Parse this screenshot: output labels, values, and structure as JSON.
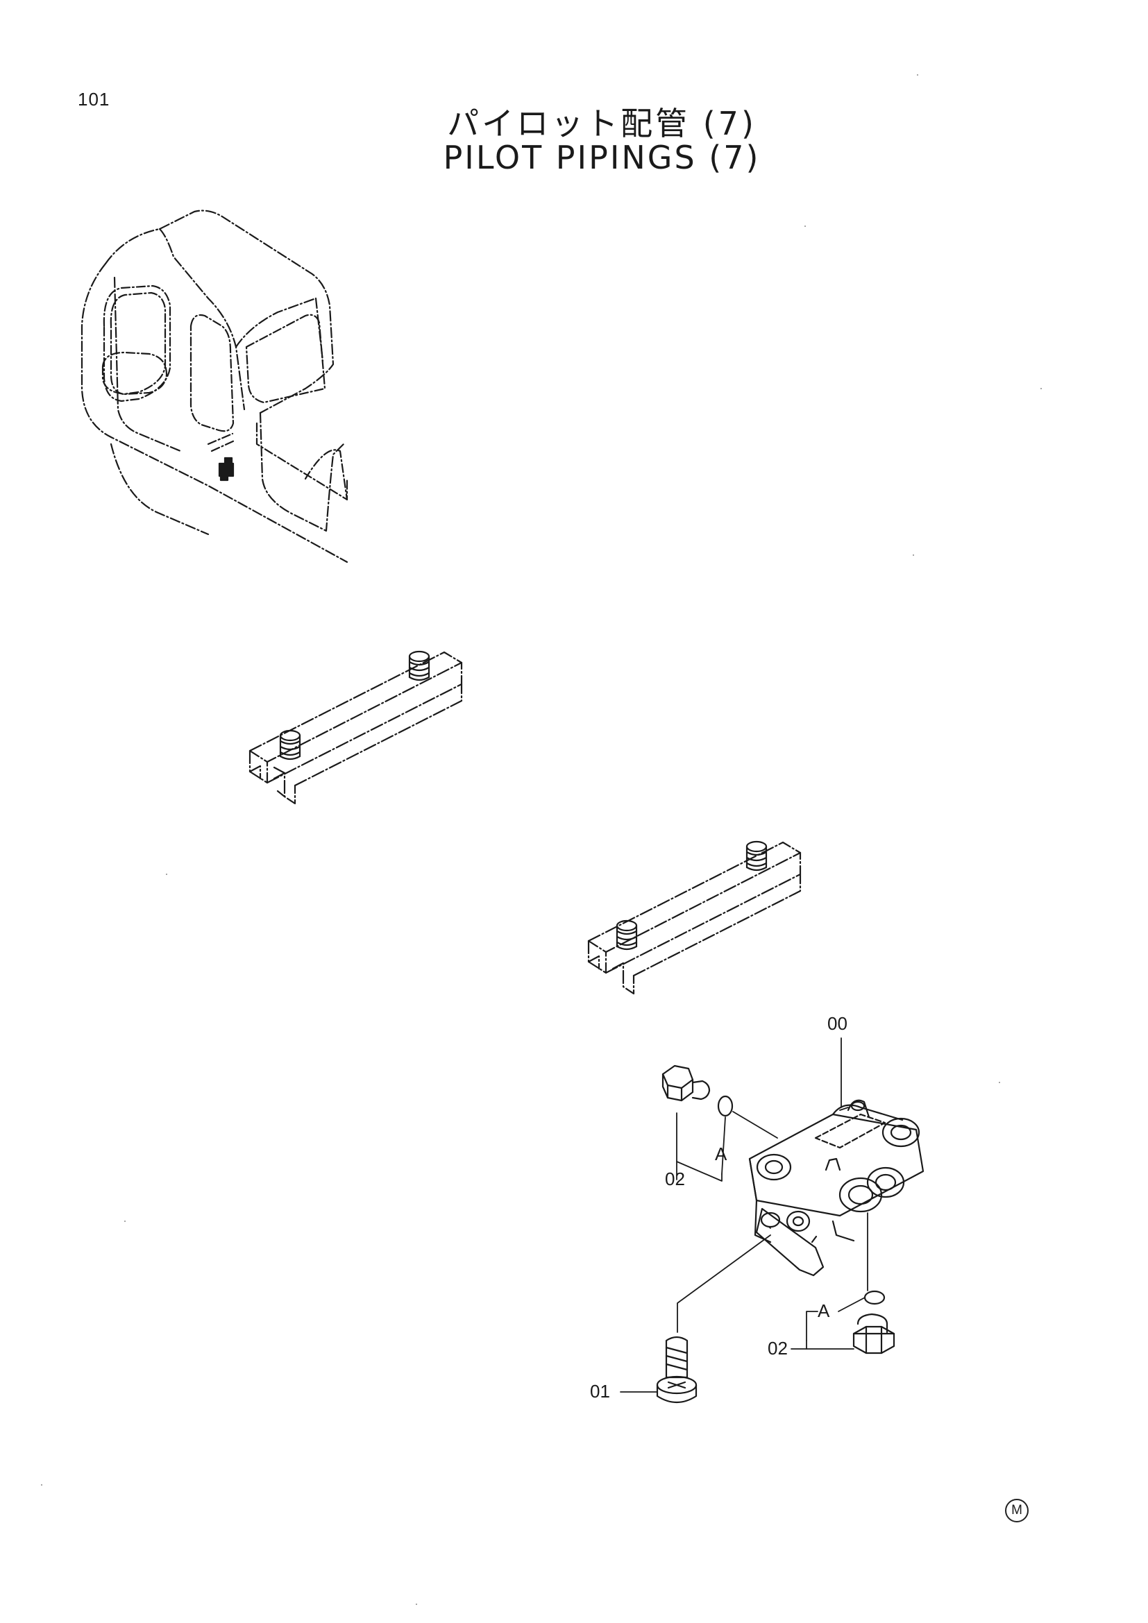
{
  "page": {
    "number": "101"
  },
  "title": {
    "jp": "パイロット配管 (7)",
    "en": "PILOT PIPINGS (7)"
  },
  "callouts": {
    "c00": "00",
    "c01": "01",
    "c02a": "02",
    "c02b": "02",
    "ca1": "A",
    "ca2": "A"
  },
  "mark": "M",
  "colors": {
    "ink": "#1a1a1a",
    "paper": "#ffffff"
  }
}
